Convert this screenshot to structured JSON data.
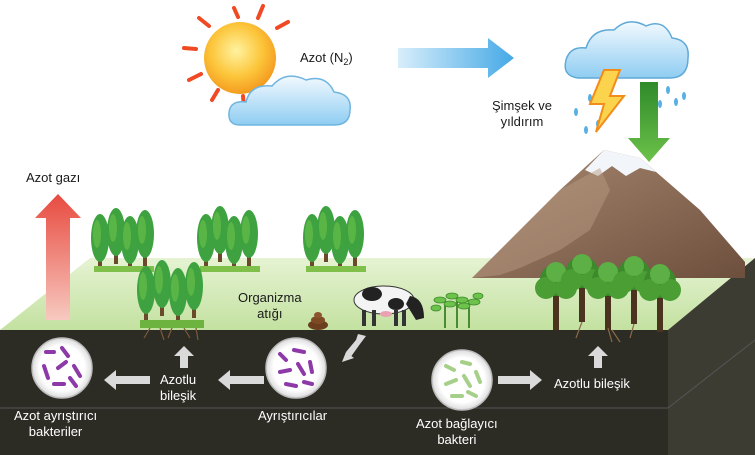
{
  "labels": {
    "nitrogen_prefix": "Azot (N",
    "nitrogen_subscript": "2",
    "nitrogen_suffix": ")",
    "lightning_line1": "Şimşek ve",
    "lightning_line2": "yıldırım",
    "nitrogen_gas": "Azot gazı",
    "organism_waste_line1": "Organizma",
    "organism_waste_line2": "atığı",
    "nitrogen_compound_left_line1": "Azotlu",
    "nitrogen_compound_left_line2": "bileşik",
    "decomposers": "Ayrıştırıcılar",
    "denitrifying_line1": "Azot ayrıştırıcı",
    "denitrifying_line2": "bakteriler",
    "nitrogen_fixing_line1": "Azot bağlayıcı",
    "nitrogen_fixing_line2": "bakteri",
    "nitrogen_compound_right": "Azotlu bileşik"
  },
  "colors": {
    "sky": "#ffffff",
    "grass": "#cfe8b0",
    "soil": "#2b2a23",
    "soil_side": "#3b3a31",
    "sun": "#fbb632",
    "sun_ray": "#ef4a23",
    "cloud": "#a8d8f5",
    "blue_arrow": "#4fb0e8",
    "green_arrow": "#4aa632",
    "red_arrow": "#ea5a4c",
    "mountain": "#8a6a55",
    "tree": "#3da23f",
    "bacteria_purple": "#8d3aa8",
    "bacteria_green": "#a6d08a",
    "grey_arrow": "#d9d9d9"
  },
  "icons": [
    "sun-icon",
    "cloud-icon",
    "lightning-icon",
    "rain-icon",
    "mountain-icon",
    "tree-icon",
    "cow-icon",
    "waste-icon",
    "bacteria-icon",
    "arrow-icon"
  ]
}
